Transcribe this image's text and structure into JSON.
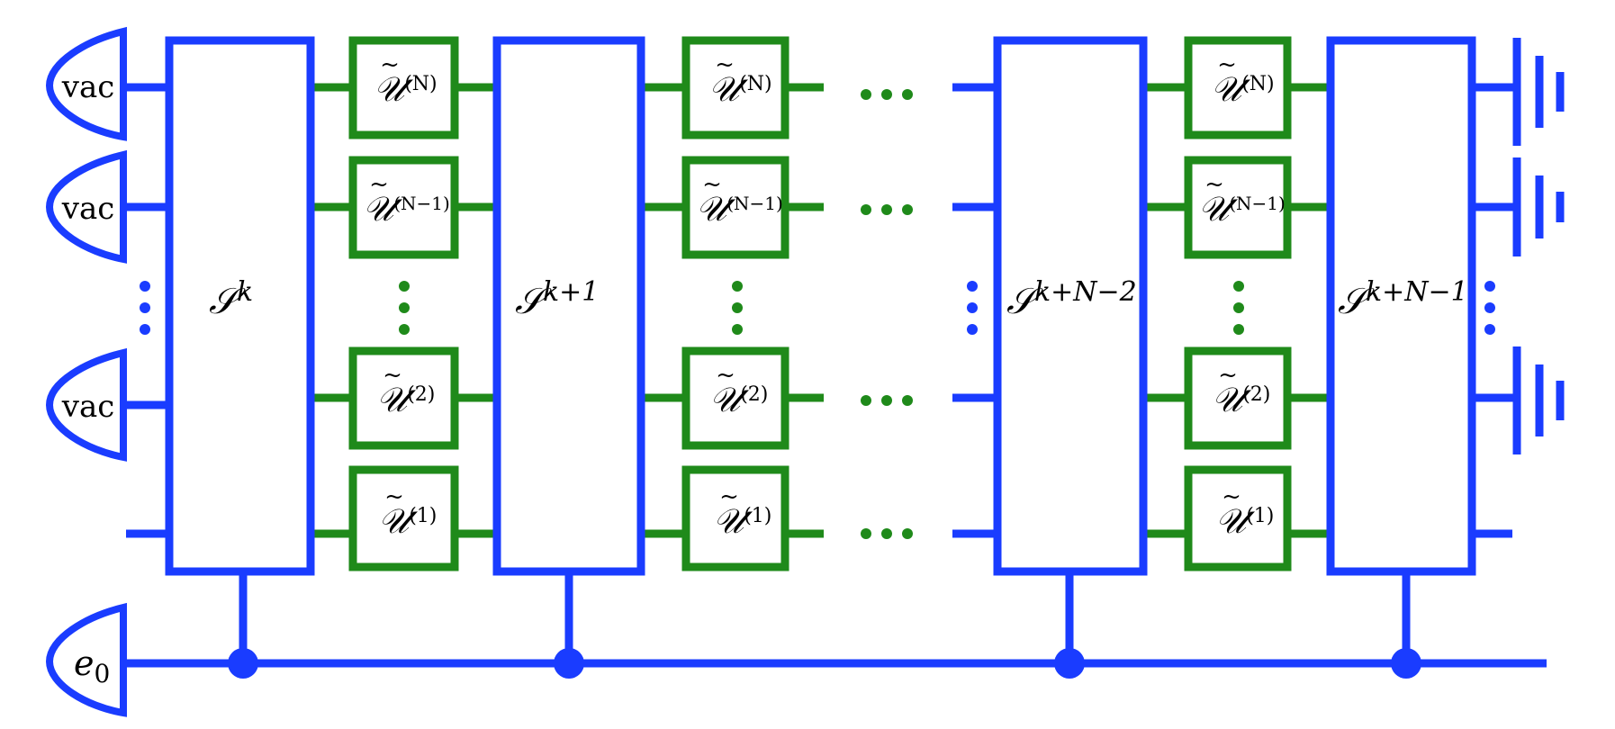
{
  "input_labels": {
    "vac": "vac",
    "e": "e",
    "e_sub": "0"
  },
  "s_blocks": [
    {
      "symbol": "𝒮",
      "exponent": "k"
    },
    {
      "symbol": "𝒮",
      "exponent": "k+1"
    },
    {
      "symbol": "𝒮",
      "exponent": "k+N−2"
    },
    {
      "symbol": "𝒮",
      "exponent": "k+N−1"
    }
  ],
  "u_gate": {
    "symbol": "𝒰",
    "tilde": "~",
    "superscripts": [
      "(N)",
      "(N−1)",
      "(2)",
      "(1)"
    ]
  },
  "colors": {
    "s_block": "#1a3cff",
    "u_gate": "#1f8a1a",
    "dots_green": "#1f8a1a",
    "dots_blue": "#1a3cff"
  }
}
